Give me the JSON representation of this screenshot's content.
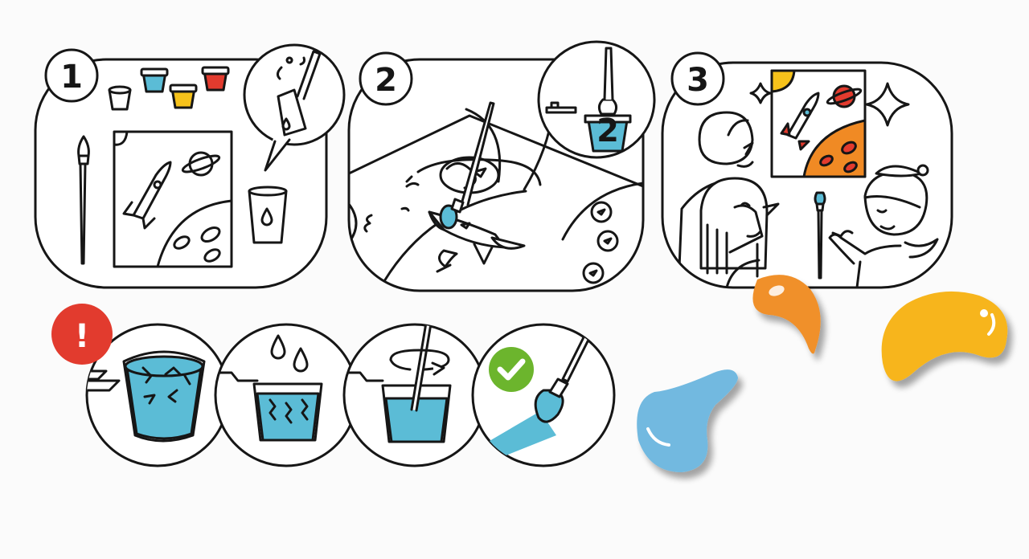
{
  "colors": {
    "ink": "#161616",
    "blue": "#5bbcd6",
    "yellow": "#f6c21b",
    "red": "#e23b2e",
    "orange": "#f08a24",
    "green": "#6cb52d",
    "drop_blue": "#72b9e0",
    "drop_yellow": "#f7b51f",
    "drop_orange": "#f0902a"
  },
  "steps": [
    {
      "number": "1"
    },
    {
      "number": "2"
    },
    {
      "number": "3"
    }
  ],
  "cup_number": "2",
  "warning_mark": "!",
  "icons": [
    "warning-icon",
    "checkmark-icon",
    "paintbrush-icon",
    "paint-pot-icon",
    "water-cup-icon",
    "rocket-icon",
    "planet-icon",
    "sparkle-icon",
    "paint-drop-icon"
  ]
}
